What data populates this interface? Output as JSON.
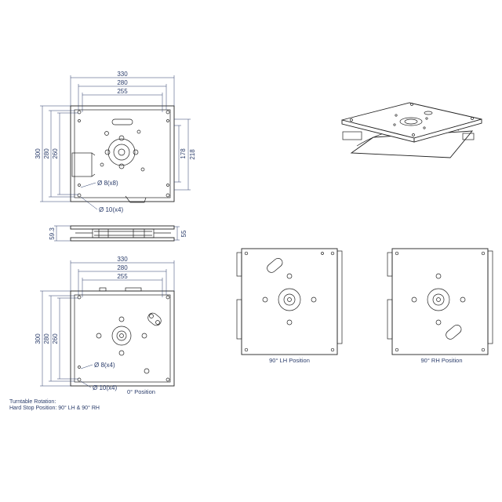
{
  "top_view": {
    "widths": [
      "330",
      "280",
      "255"
    ],
    "heights": [
      "300",
      "280",
      "260"
    ],
    "right_dims": [
      "178",
      "218"
    ],
    "hole_small": "Ø 8(x8)",
    "hole_large": "Ø 10(x4)"
  },
  "side_view": {
    "left_dim": "59.3",
    "right_dim": "55"
  },
  "bottom_view": {
    "widths": [
      "330",
      "280",
      "255"
    ],
    "heights": [
      "300",
      "280",
      "260"
    ],
    "hole_small": "Ø 8(x4)",
    "hole_large": "Ø 10(x4)",
    "caption": "0° Position"
  },
  "rotated_views": {
    "lh_caption": "90° LH Position",
    "rh_caption": "90° RH Position"
  },
  "notes": {
    "line1": "Turntable Rotation:",
    "line2": "Hard Stop Position: 90° LH & 90° RH"
  }
}
